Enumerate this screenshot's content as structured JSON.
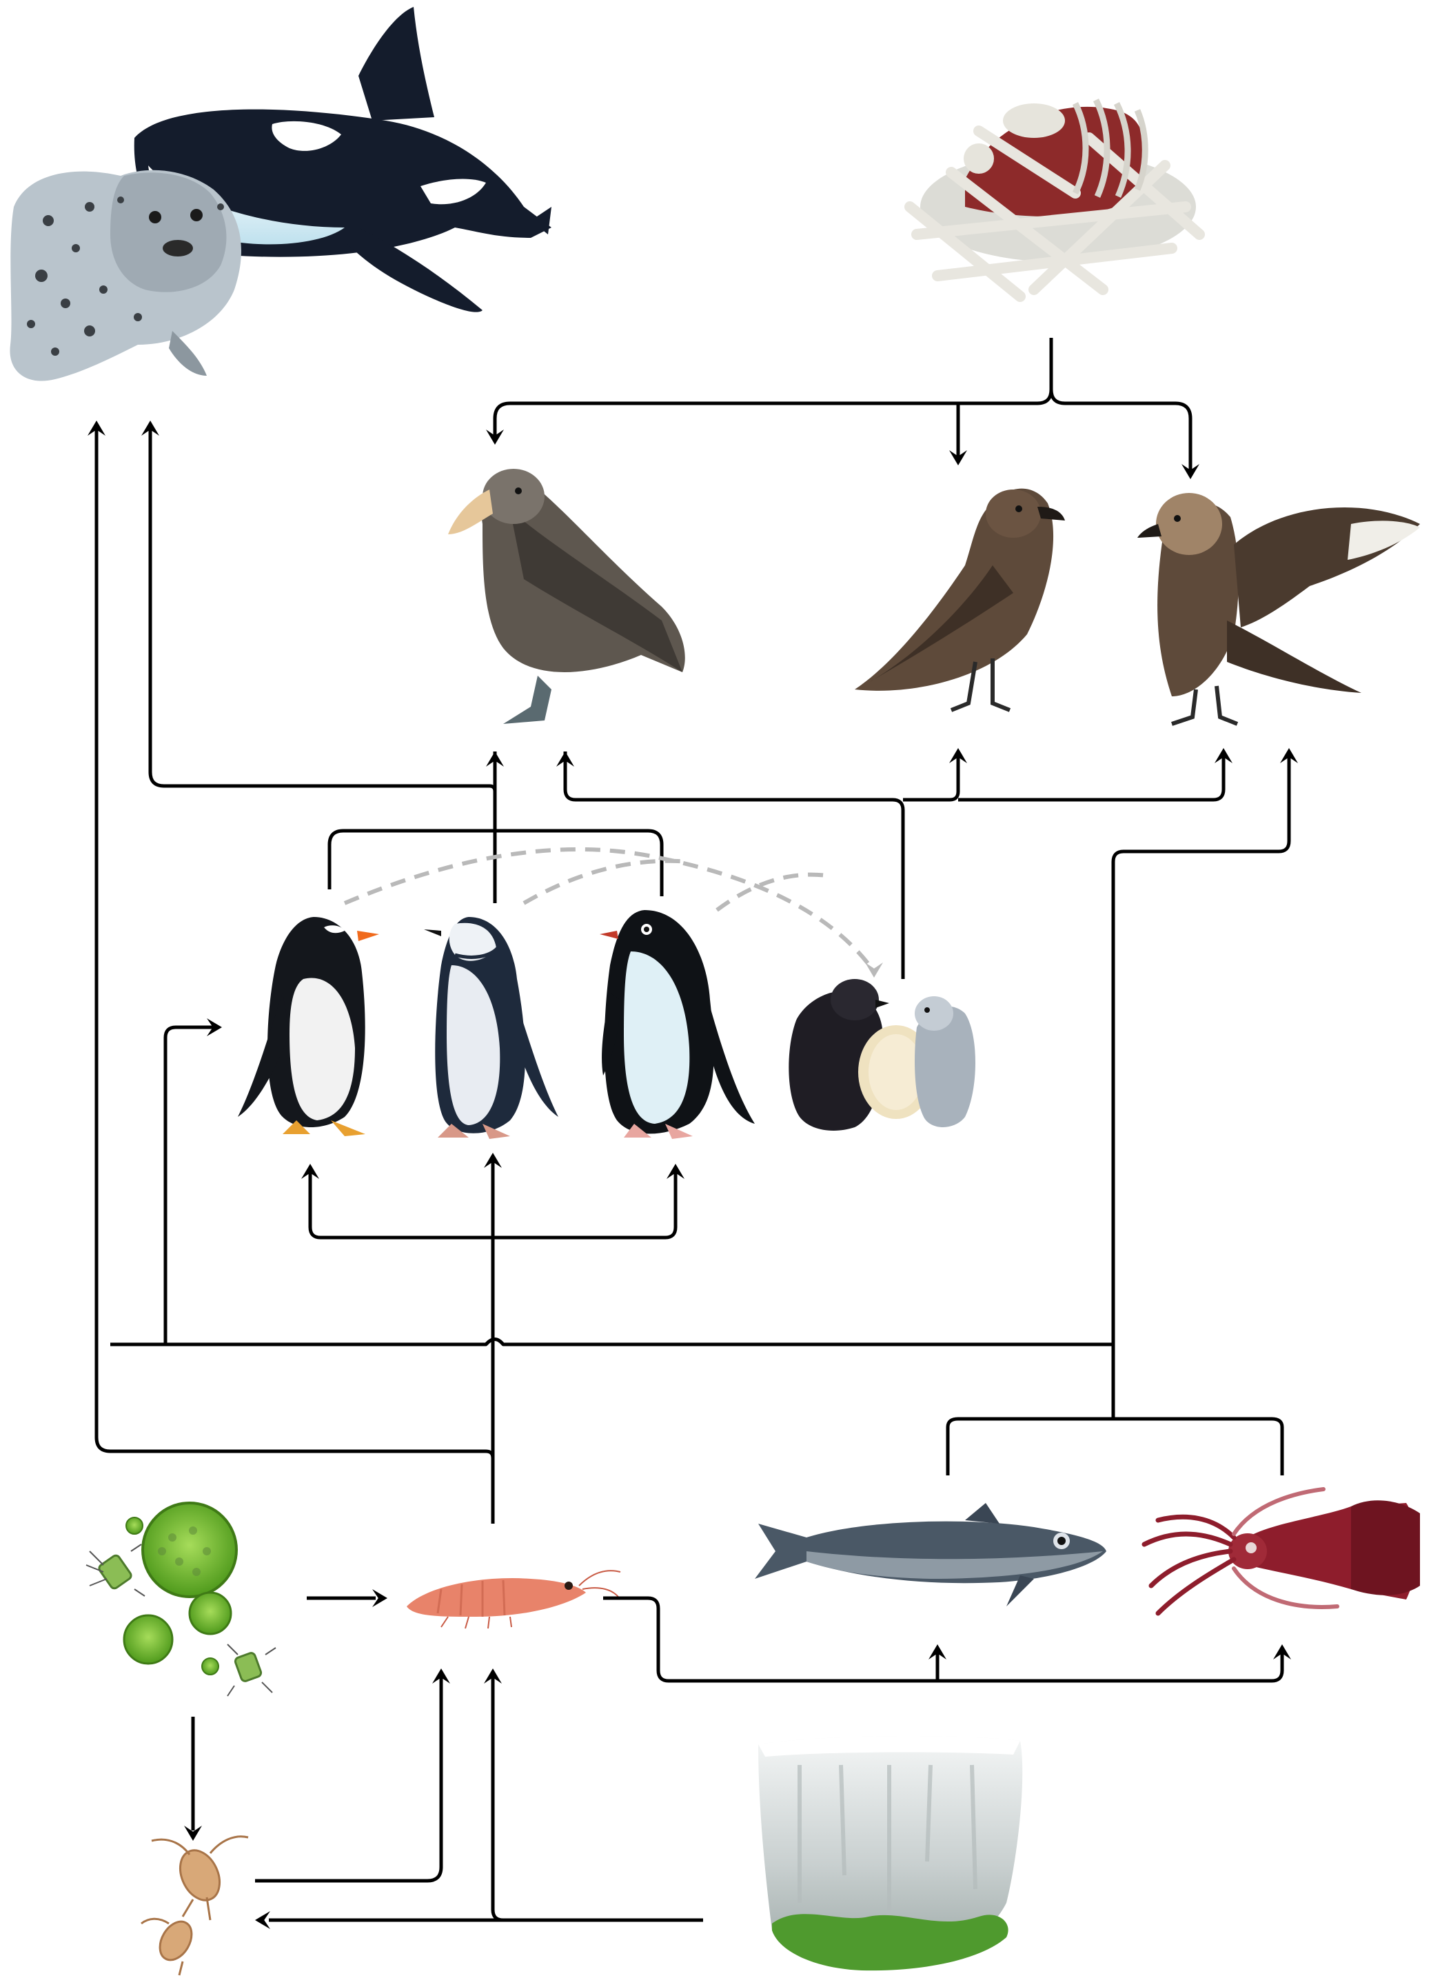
{
  "organisms": [
    {
      "id": "leopard-seal",
      "icon": "leopard-seal-icon"
    },
    {
      "id": "orca",
      "icon": "orca-icon"
    },
    {
      "id": "carcass",
      "icon": "carcass-bones-icon"
    },
    {
      "id": "giant-petrel",
      "icon": "giant-petrel-icon"
    },
    {
      "id": "skua-brown",
      "icon": "skua-icon"
    },
    {
      "id": "skua-wings",
      "icon": "skua-wings-icon"
    },
    {
      "id": "gentoo-penguin",
      "icon": "gentoo-penguin-icon"
    },
    {
      "id": "chinstrap-penguin",
      "icon": "chinstrap-penguin-icon"
    },
    {
      "id": "adelie-penguin",
      "icon": "adelie-penguin-icon"
    },
    {
      "id": "penguin-chicks-egg",
      "icon": "penguin-chicks-egg-icon"
    },
    {
      "id": "phytoplankton",
      "icon": "phytoplankton-icon"
    },
    {
      "id": "krill",
      "icon": "krill-icon"
    },
    {
      "id": "fish",
      "icon": "fish-icon"
    },
    {
      "id": "squid",
      "icon": "squid-icon"
    },
    {
      "id": "copepods",
      "icon": "copepods-icon"
    },
    {
      "id": "sea-ice",
      "icon": "sea-ice-icon"
    }
  ],
  "colors": {
    "arrow": "#000000",
    "dashed_arrow": "#b9b9b9",
    "orca_black": "#141c2c",
    "phytoplankton": "#8cc83e",
    "krill": "#e8836a",
    "squid": "#8e1d2c",
    "fish": "#4a5866",
    "bird_brown": "#5e4a3a"
  }
}
